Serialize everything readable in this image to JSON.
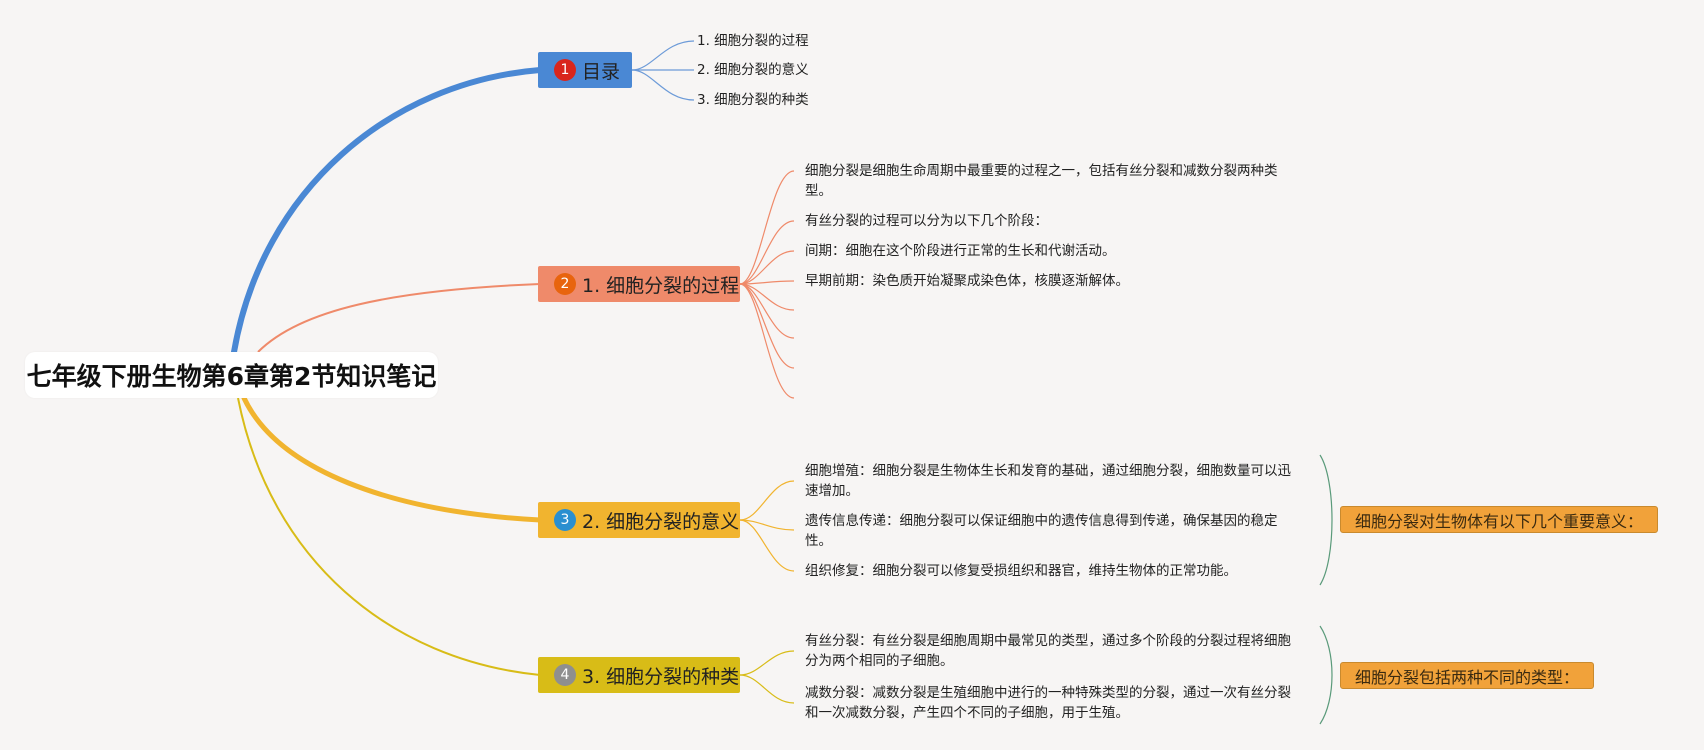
{
  "root": {
    "title": "七年级下册生物第6章第2节知识笔记"
  },
  "colors": {
    "branch1": "#4a88d4",
    "branch2": "#ef8a6a",
    "branch3": "#f1b42f",
    "branch4": "#d8bc17",
    "summary": "#f1a23a",
    "brace": "#5a9a7a"
  },
  "topics": [
    {
      "badge": "1",
      "label": "目录",
      "leaves": [
        "1. 细胞分裂的过程",
        "2. 细胞分裂的意义",
        "3. 细胞分裂的种类"
      ]
    },
    {
      "badge": "2",
      "label": "1. 细胞分裂的过程",
      "leaves": [
        "细胞分裂是细胞生命周期中最重要的过程之一，包括有丝分裂和减数分裂两种类型。",
        "有丝分裂的过程可以分为以下几个阶段：",
        "间期：细胞在这个阶段进行正常的生长和代谢活动。",
        "早期前期：染色质开始凝聚成染色体，核膜逐渐解体。"
      ]
    },
    {
      "badge": "3",
      "label": "2. 细胞分裂的意义",
      "leaves": [
        "细胞增殖：细胞分裂是生物体生长和发育的基础，通过细胞分裂，细胞数量可以迅速增加。",
        "遗传信息传递：细胞分裂可以保证细胞中的遗传信息得到传递，确保基因的稳定性。",
        "组织修复：细胞分裂可以修复受损组织和器官，维持生物体的正常功能。"
      ],
      "summary": "细胞分裂对生物体有以下几个重要意义："
    },
    {
      "badge": "4",
      "label": "3. 细胞分裂的种类",
      "leaves": [
        "有丝分裂：有丝分裂是细胞周期中最常见的类型，通过多个阶段的分裂过程将细胞分为两个相同的子细胞。",
        "减数分裂：减数分裂是生殖细胞中进行的一种特殊类型的分裂，通过一次有丝分裂和一次减数分裂，产生四个不同的子细胞，用于生殖。"
      ],
      "summary": "细胞分裂包括两种不同的类型："
    }
  ]
}
